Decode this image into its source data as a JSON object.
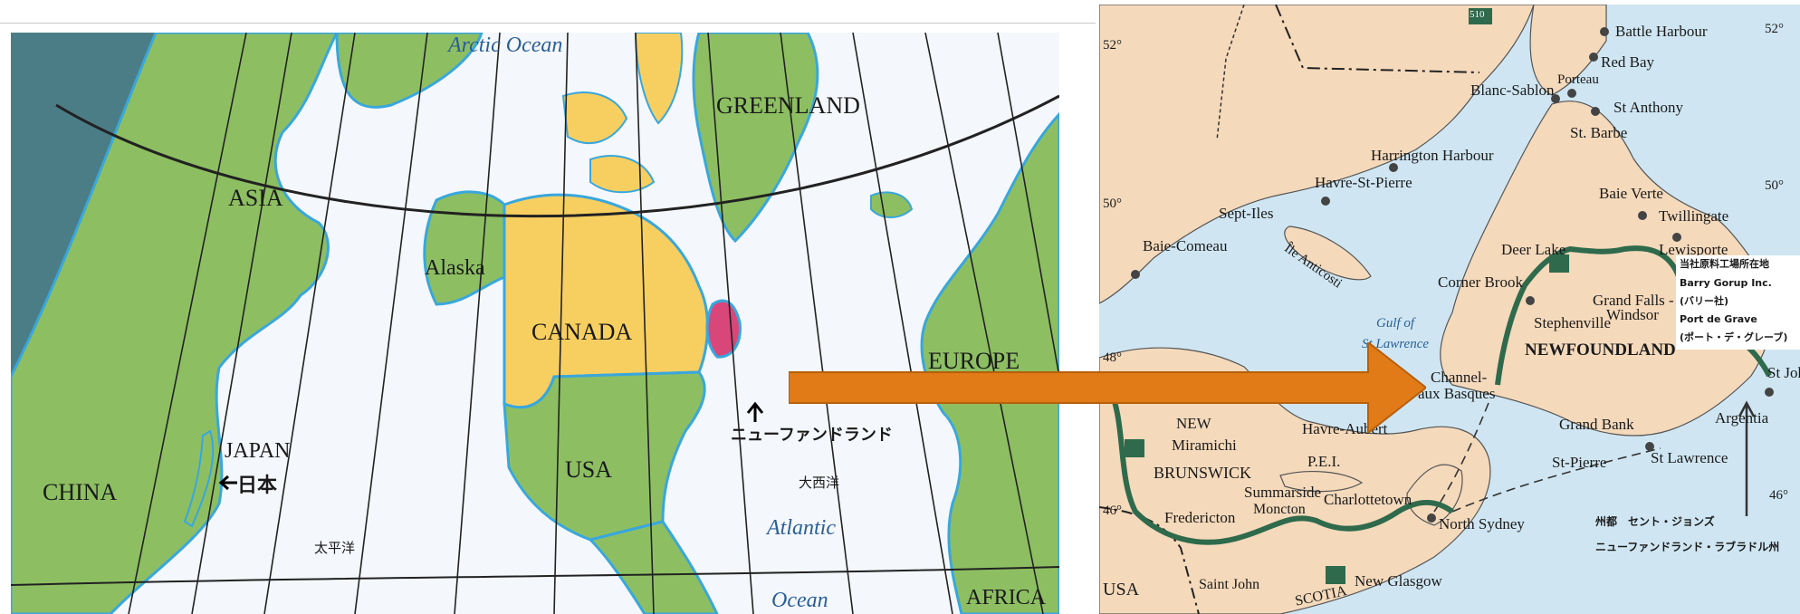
{
  "world_map": {
    "labels": {
      "arctic_ocean": "Arctic Ocean",
      "greenland": "GREENLAND",
      "asia": "ASIA",
      "alaska": "Alaska",
      "canada": "CANADA",
      "europe": "EUROPE",
      "japan": "JAPAN",
      "japan_jp": "日本",
      "china": "CHINA",
      "usa": "USA",
      "newfoundland_jp": "ニューファンドランド",
      "atlantic_jp": "大西洋",
      "atlantic": "Atlantic",
      "pacific_jp": "太平洋",
      "ocean": "Ocean",
      "africa": "AFRICA"
    },
    "colors": {
      "land": "#8dbf62",
      "canada": "#f7cf61",
      "newfoundland": "#d8467a",
      "water": "#f4f7fb",
      "coast": "#39a7dc",
      "grid": "#222222"
    }
  },
  "regional_map": {
    "latitudes": [
      "52°",
      "50°",
      "48°",
      "46°"
    ],
    "places": {
      "battle_harbour": "Battle Harbour",
      "red_bay": "Red Bay",
      "blanc_sablon": "Blanc-Sablon",
      "porteau": "Porteau",
      "st_anthony": "St Anthony",
      "st_barbe": "St. Barbe",
      "harrington": "Harrington Harbour",
      "havre_st_pierre": "Havre-St-Pierre",
      "sept_iles": "Sept-Iles",
      "baie_comeau": "Baie-Comeau",
      "anticosti": "Île Anticosti",
      "baie_verte": "Baie Verte",
      "twillingate": "Twillingate",
      "lewisporte": "Lewisporte",
      "deer_lake": "Deer Lake",
      "corner_brook": "Corner Brook",
      "grand_falls": "Grand Falls -",
      "windsor": "Windsor",
      "stephenville": "Stephenville",
      "gulf": "Gulf of",
      "st_lawrence_gulf": "St Lawrence",
      "newfoundland": "NEWFOUNDLAND",
      "channel": "Channel-",
      "port_aux_basques": "aux Basques",
      "st_johns": "St John",
      "argentia": "Argentia",
      "grand_bank": "Grand Bank",
      "new": "NEW",
      "miramichi": "Miramichi",
      "brunswick": "BRUNSWICK",
      "havre_aubert": "Havre-Aubert",
      "pei": "P.E.I.",
      "summerside": "Summarside",
      "moncton": "Moncton",
      "charlottetown": "Charlottetown",
      "st_pierre": "St-Pierre",
      "st_lawrence_town": "St Lawrence",
      "north_sydney": "North Sydney",
      "fredericton": "Fredericton",
      "usa": "USA",
      "saint_john": "Saint John",
      "scotia": "SCOTIA",
      "new_glasgow": "New Glasgow",
      "road_510": "510"
    },
    "legend": {
      "line1": "当社原料工場所在地",
      "line2": "Barry Gorup Inc.",
      "line3": "(バリー社)",
      "line4": "Port de Grave",
      "line5": "(ポート・デ・グレーブ)"
    },
    "capital_note": {
      "line1": "州都　セント・ジョンズ",
      "line2": "ニューファンドランド・ラブラドル州"
    },
    "colors": {
      "land_canada": "#f4d9bb",
      "land_usa": "#f4d9bb",
      "water": "#cfe6f2",
      "route": "#2f6a4c",
      "border": "#222222"
    }
  },
  "arrow_color": "#e07b17"
}
